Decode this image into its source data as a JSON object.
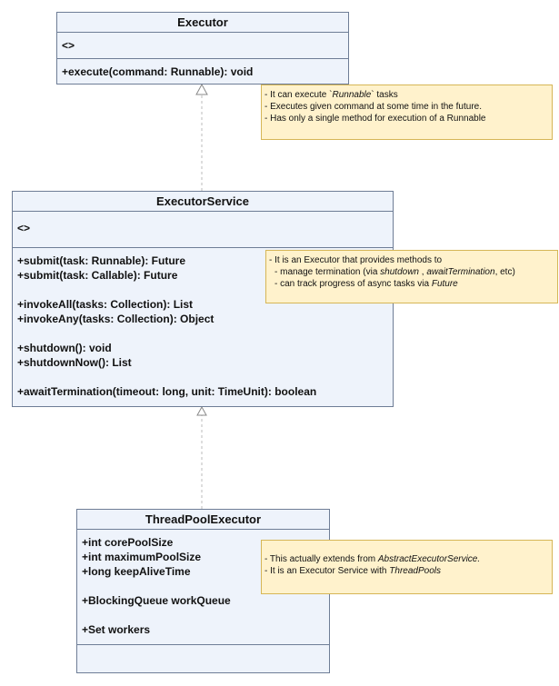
{
  "executor": {
    "title": "Executor",
    "stereotype": "<>",
    "operations": [
      "+execute(command: Runnable): void"
    ]
  },
  "executor_service": {
    "title": "ExecutorService",
    "stereotype": "<>",
    "ops_group1": [
      "+submit(task: Runnable): Future",
      "+submit(task: Callable): Future"
    ],
    "ops_group2": [
      "+invokeAll(tasks: Collection): List",
      "+invokeAny(tasks: Collection): Object"
    ],
    "ops_group3": [
      "+shutdown(): void",
      "+shutdownNow(): List"
    ],
    "ops_group4": [
      "+awaitTermination(timeout: long, unit: TimeUnit): boolean"
    ]
  },
  "thread_pool_executor": {
    "title": "ThreadPoolExecutor",
    "fields_group1": [
      "+int corePoolSize",
      "+int maximumPoolSize",
      "+long keepAliveTime"
    ],
    "fields_group2": [
      "+BlockingQueue workQueue"
    ],
    "fields_group3": [
      "+Set workers"
    ]
  },
  "notes": {
    "executor": {
      "l1_a": "- It can execute `",
      "l1_em": "Runnable",
      "l1_b": "` tasks",
      "l2": "- Executes given command at some time in the future.",
      "l3": "- Has only a single method for execution of a Runnable"
    },
    "executor_service": {
      "l1": "- It is an Executor that provides methods to",
      "l2_a": "- manage termination (via ",
      "l2_em1": "shutdown",
      "l2_b": " , ",
      "l2_em2": "awaitTermination",
      "l2_c": ", etc)",
      "l3_a": "- can track progress of async tasks via ",
      "l3_em": "Future"
    },
    "thread_pool_executor": {
      "l1_a": "- This actually extends from ",
      "l1_em": "AbstractExecutorService.",
      "l2_a": "- It is an Executor Service with ",
      "l2_em": "ThreadPools"
    }
  },
  "colors": {
    "class_fill": "#eef3fb",
    "class_border": "#6e7d96",
    "note_fill": "#fff2cc",
    "note_border": "#d6b656"
  }
}
